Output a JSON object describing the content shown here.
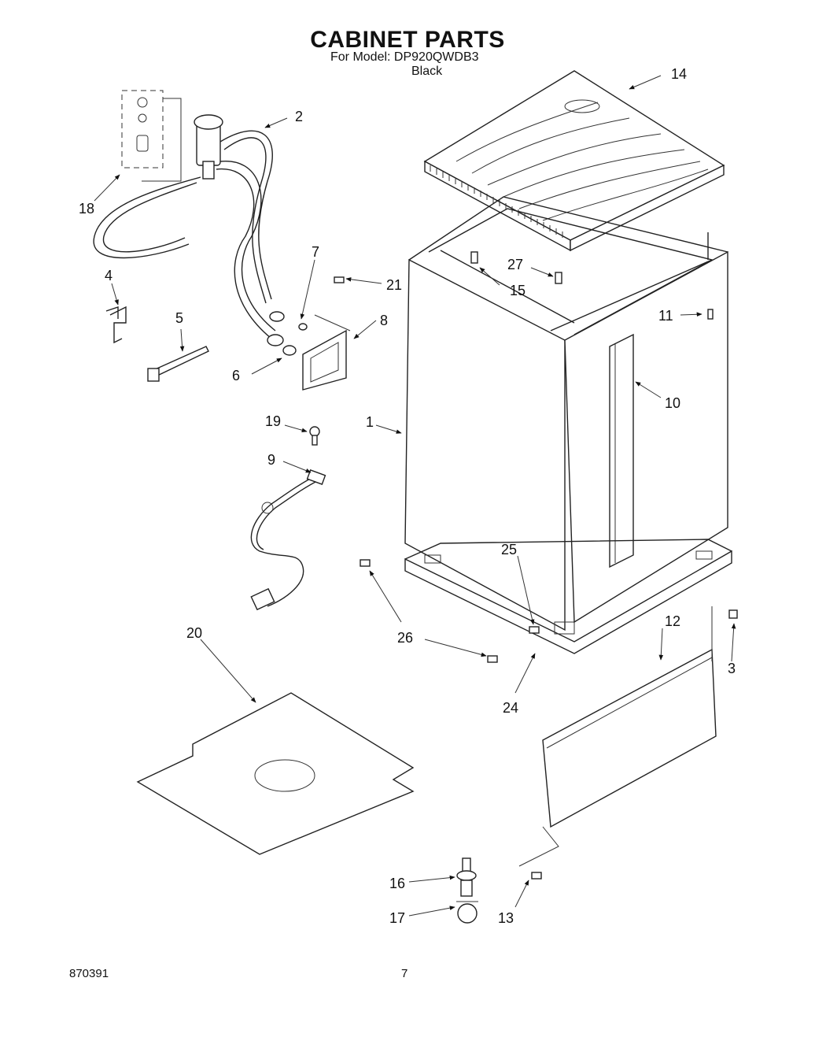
{
  "header": {
    "title": "CABINET PARTS",
    "model_line": "For Model: DP920QWDB3",
    "color_line": "Black"
  },
  "footer": {
    "doc_number": "870391",
    "page_number": "7"
  },
  "callouts": [
    {
      "id": "c1",
      "label": "1"
    },
    {
      "id": "c2",
      "label": "2"
    },
    {
      "id": "c3",
      "label": "3"
    },
    {
      "id": "c4",
      "label": "4"
    },
    {
      "id": "c5",
      "label": "5"
    },
    {
      "id": "c6",
      "label": "6"
    },
    {
      "id": "c7",
      "label": "7"
    },
    {
      "id": "c8",
      "label": "8"
    },
    {
      "id": "c9",
      "label": "9"
    },
    {
      "id": "c10",
      "label": "10"
    },
    {
      "id": "c11",
      "label": "11"
    },
    {
      "id": "c12",
      "label": "12"
    },
    {
      "id": "c13",
      "label": "13"
    },
    {
      "id": "c14",
      "label": "14"
    },
    {
      "id": "c15",
      "label": "15"
    },
    {
      "id": "c16",
      "label": "16"
    },
    {
      "id": "c17",
      "label": "17"
    },
    {
      "id": "c18",
      "label": "18"
    },
    {
      "id": "c19",
      "label": "19"
    },
    {
      "id": "c20",
      "label": "20"
    },
    {
      "id": "c21",
      "label": "21"
    },
    {
      "id": "c24",
      "label": "24"
    },
    {
      "id": "c25",
      "label": "25"
    },
    {
      "id": "c26",
      "label": "26"
    },
    {
      "id": "c27",
      "label": "27"
    }
  ]
}
